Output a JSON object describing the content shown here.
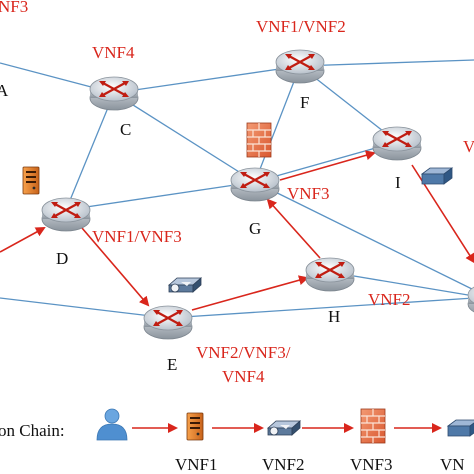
{
  "colors": {
    "physical_link": "#5b93c4",
    "sfc_path": "#d9261c",
    "node_label": "#111111",
    "vnf_label": "#d9261c"
  },
  "nodes": {
    "A": "A",
    "C": "C",
    "D": "D",
    "E": "E",
    "F": "F",
    "G": "G",
    "H": "H",
    "I": "I"
  },
  "vnf_labels": {
    "top_left": "NF3",
    "c": "VNF4",
    "f": "VNF1/VNF2",
    "g": "VNF3",
    "d": "VNF1/VNF3",
    "h": "VNF2",
    "e_line1": "VNF2/VNF3/",
    "e_line2": "VNF4",
    "right_edge": "V"
  },
  "legend": {
    "title": "on Chain:",
    "items": [
      "VNF1",
      "VNF2",
      "VNF3",
      "VN"
    ]
  },
  "icons": {
    "router": "router-icon",
    "server": "server-icon",
    "firewall": "firewall-icon",
    "switch": "switch-icon",
    "load_balancer": "load-balancer-icon",
    "user": "user-icon"
  }
}
